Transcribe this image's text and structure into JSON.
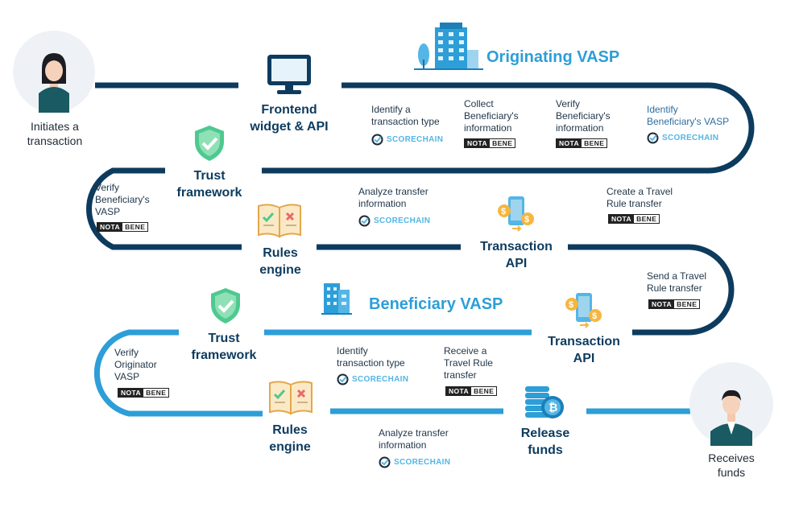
{
  "colors": {
    "track_dark": "#0d3b5e",
    "track_light": "#2d9ed8",
    "title_blue": "#2d9ed8",
    "text": "#1f3548",
    "shield_green": "#4ec98f",
    "coin_gold": "#f6b63f"
  },
  "people": {
    "originator_label": "Initiates a\ntransaction",
    "beneficiary_label": "Receives\nfunds"
  },
  "originating": {
    "title": "Originating VASP",
    "frontend": "Frontend\nwidget & API",
    "trust": "Trust\nframework",
    "rules": "Rules\nengine",
    "transaction_api": "Transaction\nAPI",
    "steps": [
      {
        "text": "Identify a\ntransaction type",
        "badge": "scorechain"
      },
      {
        "text": "Collect\nBeneficiary's\ninformation",
        "badge": "notabene"
      },
      {
        "text": "Verify\nBeneficiary's\ninformation",
        "badge": "notabene"
      },
      {
        "text": "Identify\nBeneficiary's VASP",
        "badge": "scorechain"
      },
      {
        "text": "Verify\nBeneficiary's\nVASP",
        "badge": "notabene"
      },
      {
        "text": "Analyze transfer\ninformation",
        "badge": "scorechain"
      },
      {
        "text": "Create a Travel\nRule transfer",
        "badge": "notabene"
      },
      {
        "text": "Send a Travel\nRule transfer",
        "badge": "notabene"
      }
    ]
  },
  "beneficiary": {
    "title": "Beneficiary VASP",
    "trust": "Trust\nframework",
    "rules": "Rules\nengine",
    "transaction_api": "Transaction\nAPI",
    "release": "Release\nfunds",
    "steps": [
      {
        "text": "Verify\nOriginator\nVASP",
        "badge": "notabene"
      },
      {
        "text": "Identify\ntransaction type",
        "badge": "scorechain"
      },
      {
        "text": "Receive a\nTravel Rule\ntransfer",
        "badge": "notabene"
      },
      {
        "text": "Analyze transfer\ninformation",
        "badge": "scorechain"
      }
    ]
  },
  "brands": {
    "scorechain": "SCORECHAIN",
    "notabene_a": "NOTA",
    "notabene_b": "BENE"
  }
}
